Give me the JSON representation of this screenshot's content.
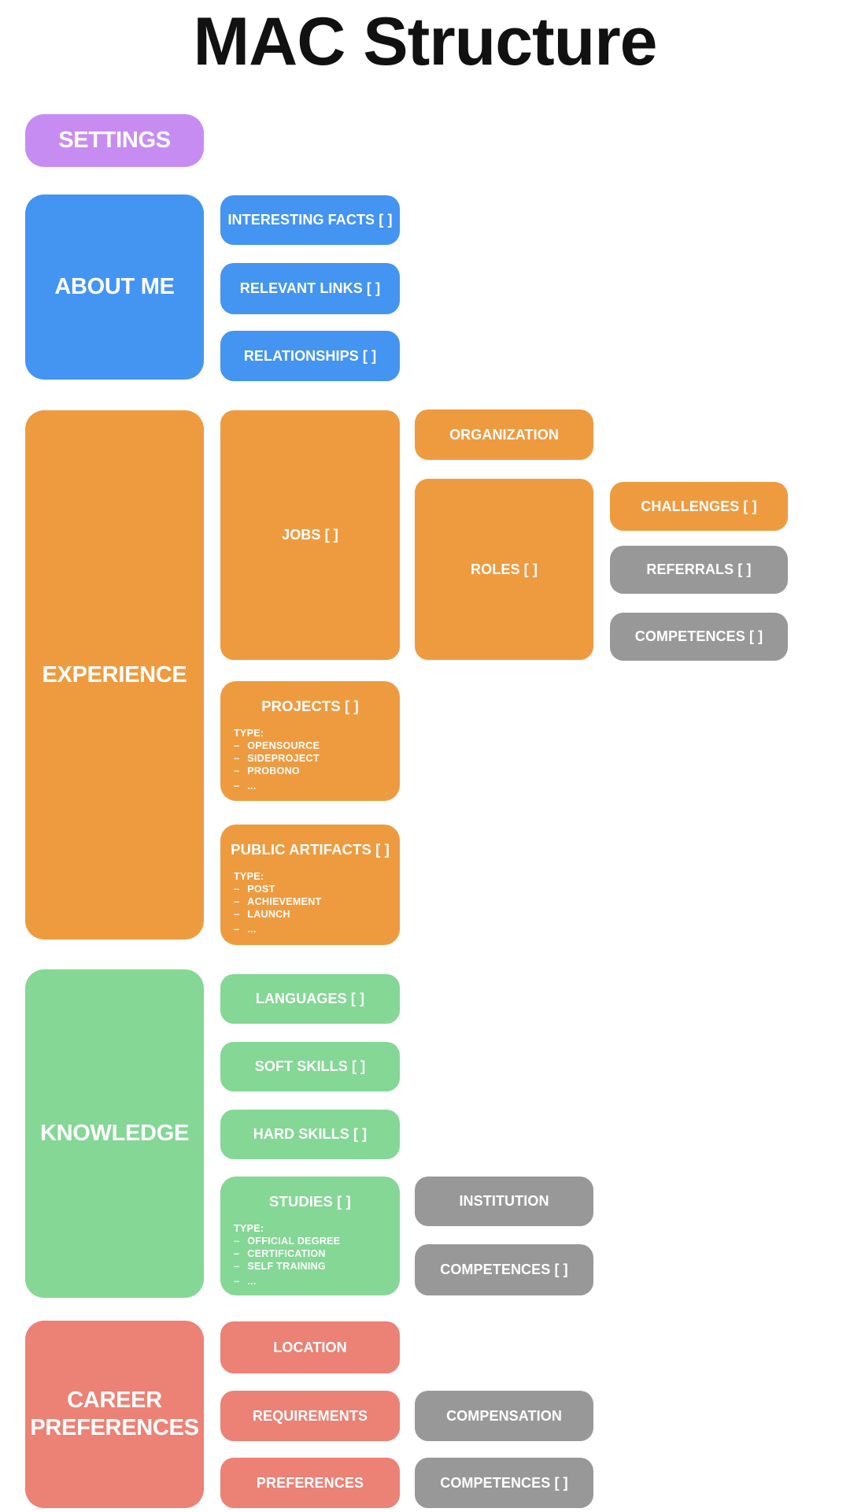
{
  "page": {
    "title": "MAC Structure"
  },
  "palette": {
    "purple": "#c78cf1",
    "blue": "#4494f1",
    "orange": "#ee9b40",
    "green": "#84d795",
    "gray": "#989898",
    "salmon": "#ec8175",
    "label_text": "#ffffff",
    "title_text": "#111111",
    "background": "#ffffff"
  },
  "bullet": "–",
  "nodes": {
    "settings": {
      "label": "SETTINGS"
    },
    "about_me": {
      "label": "ABOUT ME"
    },
    "interesting_facts": {
      "label": "INTERESTING FACTS [ ]"
    },
    "relevant_links": {
      "label": "RELEVANT LINKS [ ]"
    },
    "relationships": {
      "label": "RELATIONSHIPS [ ]"
    },
    "experience": {
      "label": "EXPERIENCE"
    },
    "jobs": {
      "label": "JOBS [ ]"
    },
    "organization": {
      "label": "ORGANIZATION"
    },
    "roles": {
      "label": "ROLES [ ]"
    },
    "challenges": {
      "label": "CHALLENGES [ ]"
    },
    "referrals": {
      "label": "REFERRALS [ ]"
    },
    "competences_roles": {
      "label": "COMPETENCES [ ]"
    },
    "projects": {
      "label": "PROJECTS [ ]",
      "type_label": "TYPE:",
      "types": [
        "OPENSOURCE",
        "SIDEPROJECT",
        "PROBONO",
        "..."
      ]
    },
    "public_artifacts": {
      "label": "PUBLIC ARTIFACTS [ ]",
      "type_label": "TYPE:",
      "types": [
        "POST",
        "ACHIEVEMENT",
        "LAUNCH",
        "..."
      ]
    },
    "knowledge": {
      "label": "KNOWLEDGE"
    },
    "languages": {
      "label": "LANGUAGES [ ]"
    },
    "soft_skills": {
      "label": "SOFT SKILLS [ ]"
    },
    "hard_skills": {
      "label": "HARD SKILLS [ ]"
    },
    "studies": {
      "label": "STUDIES [ ]",
      "type_label": "TYPE:",
      "types": [
        "OFFICIAL DEGREE",
        "CERTIFICATION",
        "SELF TRAINING",
        "..."
      ]
    },
    "institution": {
      "label": "INSTITUTION"
    },
    "competences_studies": {
      "label": "COMPETENCES [ ]"
    },
    "career_preferences": {
      "label": "CAREER PREFERENCES"
    },
    "location": {
      "label": "LOCATION"
    },
    "requirements": {
      "label": "REQUIREMENTS"
    },
    "preferences": {
      "label": "PREFERENCES"
    },
    "compensation": {
      "label": "COMPENSATION"
    },
    "competences_career": {
      "label": "COMPETENCES [ ]"
    }
  }
}
